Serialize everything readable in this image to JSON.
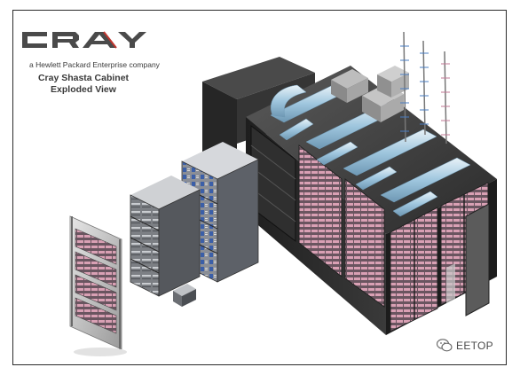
{
  "logo": {
    "wordmark": "CRAY",
    "tagline": "a Hewlett Packard Enterprise company"
  },
  "caption": {
    "line1": "Cray Shasta Cabinet",
    "line2": "Exploded View"
  },
  "watermark": {
    "text": "EETOP",
    "icon": "wechat-icon"
  },
  "colors": {
    "brand_red": "#c0352d",
    "logo_dark": "#4a4a4a",
    "cabinet_dark": "#2a2a2a",
    "blade_pink": "#d9a0b4",
    "node_blue": "#3b5fa8",
    "pipe_blue": "#9fc6de"
  }
}
